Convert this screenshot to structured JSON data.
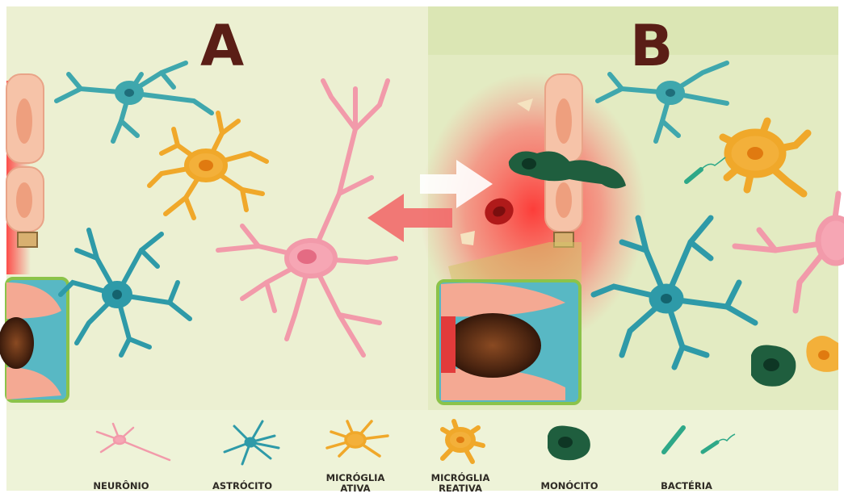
{
  "panels": {
    "left_label": "A",
    "right_label": "B"
  },
  "legend": [
    {
      "key": "neuron",
      "label": "NEURÔNIO",
      "icon": "neuron-icon"
    },
    {
      "key": "astrocyte",
      "label": "ASTRÓCITO",
      "icon": "astrocyte-icon"
    },
    {
      "key": "active_microglia",
      "label": "MICRÓGLIA\nATIVA",
      "icon": "active-microglia-icon"
    },
    {
      "key": "reactive_microglia",
      "label": "MICRÓGLIA\nREATIVA",
      "icon": "reactive-microglia-icon"
    },
    {
      "key": "monocyte",
      "label": "MONÓCITO",
      "icon": "monocyte-icon"
    },
    {
      "key": "bacteria",
      "label": "BACTÉRIA",
      "icon": "bacteria-icon"
    }
  ],
  "colors": {
    "background": "#e9efcf",
    "neuron": "#f29aaa",
    "astrocyte": "#2e9aa8",
    "microglia": "#f0a82a",
    "monocyte": "#1f5e3e",
    "vessel_wall": "#f4b9a0",
    "inflammation": "#ff3b3b",
    "letter": "#5a1e16"
  }
}
